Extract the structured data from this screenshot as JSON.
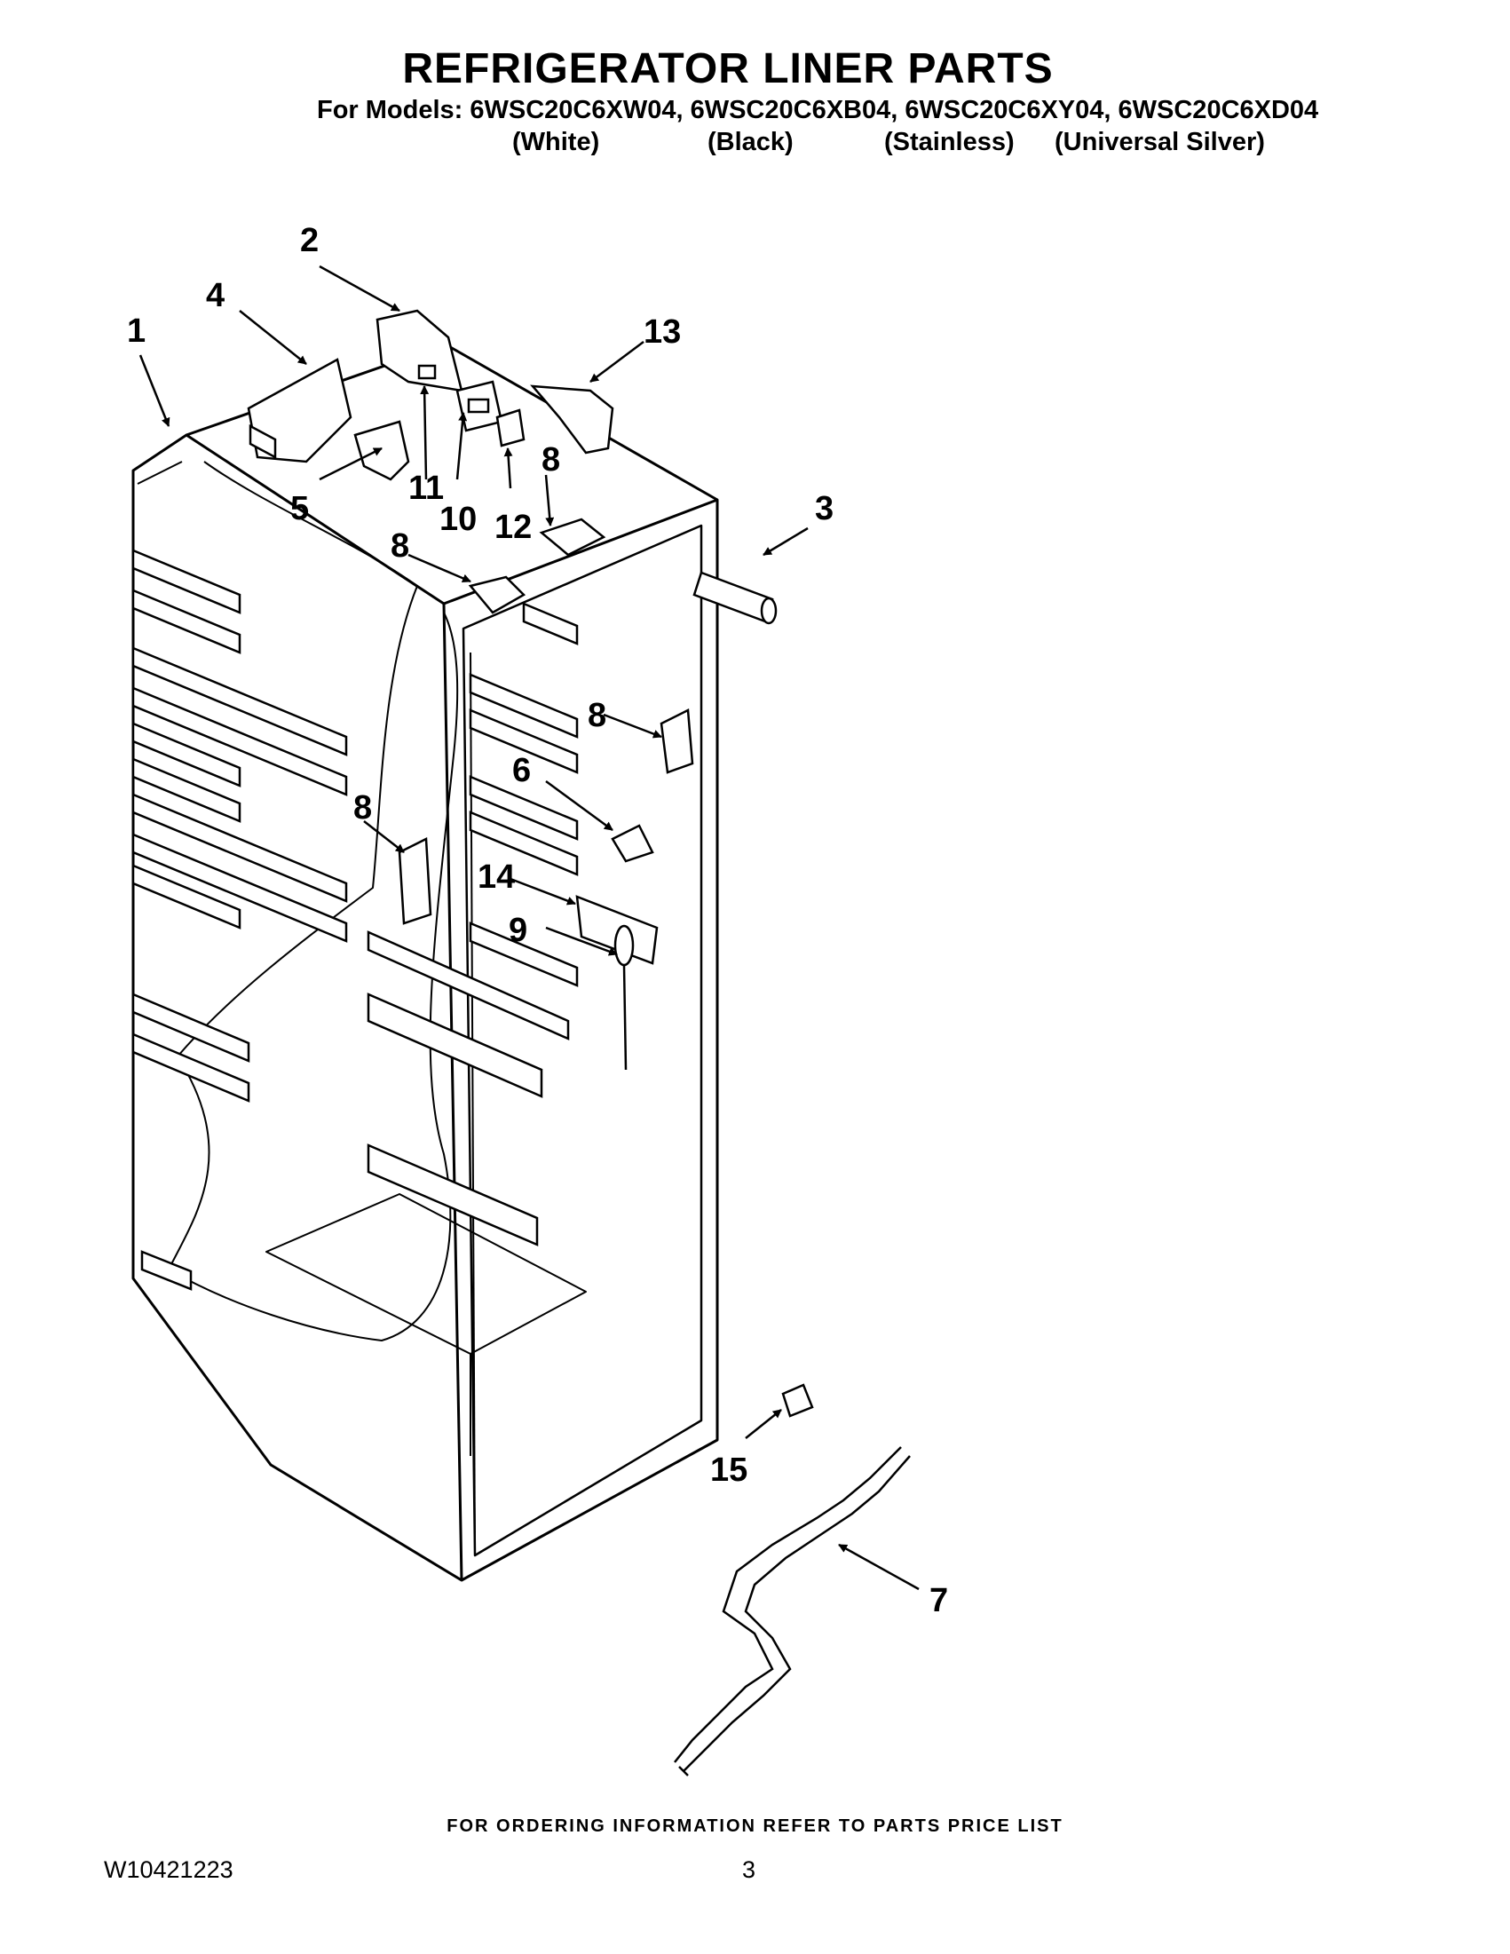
{
  "header": {
    "title": "REFRIGERATOR LINER PARTS",
    "models_line": "For Models: 6WSC20C6XW04, 6WSC20C6XB04, 6WSC20C6XY04, 6WSC20C6XD04",
    "variants": [
      "(White)",
      "(Black)",
      "(Stainless)",
      "(Universal Silver)"
    ]
  },
  "diagram": {
    "callouts": [
      "1",
      "2",
      "3",
      "4",
      "5",
      "6",
      "7",
      "8",
      "8",
      "8",
      "8",
      "9",
      "10",
      "11",
      "12",
      "13",
      "14",
      "15"
    ]
  },
  "footer": {
    "note": "FOR ORDERING INFORMATION REFER TO PARTS PRICE LIST",
    "doc_number": "W10421223",
    "page_number": "3"
  }
}
